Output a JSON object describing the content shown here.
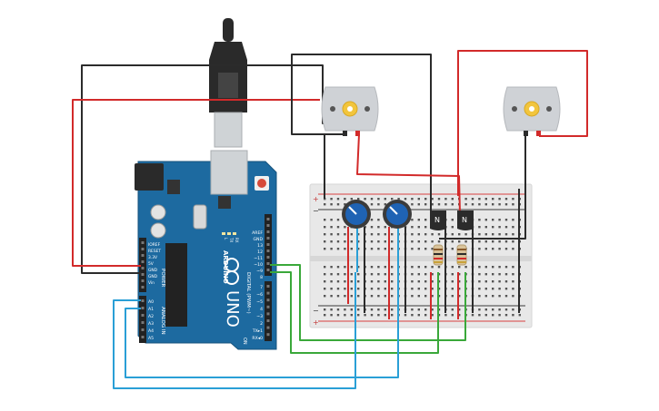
{
  "board": {
    "model_label": "UNO",
    "brand_label": "ARDUINO",
    "digital_header_label": "DIGITAL (PWM~)",
    "power_header_label": "POWER",
    "analog_header_label": "ANALOG IN",
    "top_header_pins": [
      "AREF",
      "GND",
      "13",
      "12",
      "~11",
      "~10",
      "~9",
      "8"
    ],
    "bottom_header_pins": [
      "7",
      "~6",
      "~5",
      "4",
      "~3",
      "2",
      "TX▸1",
      "RX◂0"
    ],
    "power_pins": [
      "IOREF",
      "RESET",
      "3.3V",
      "5V",
      "GND",
      "GND",
      "Vin"
    ],
    "analog_pins": [
      "A0",
      "A1",
      "A2",
      "A3",
      "A4",
      "A5"
    ],
    "led_labels": [
      "L",
      "TX",
      "RX"
    ],
    "on_label": "ON"
  },
  "breadboard": {
    "rail_plus": "+",
    "rail_minus": "−",
    "transistor_label": "N"
  },
  "colors": {
    "wire_black": "#2b2b2b",
    "wire_red": "#d22a2a",
    "wire_green": "#3aa83a",
    "wire_blue": "#2a9fd6",
    "board_blue": "#1d6aa0",
    "motor_gray": "#cfd2d6",
    "motor_hub": "#f2c53d",
    "pot_blue": "#1f63b4",
    "breadboard": "#e9e9e9"
  }
}
